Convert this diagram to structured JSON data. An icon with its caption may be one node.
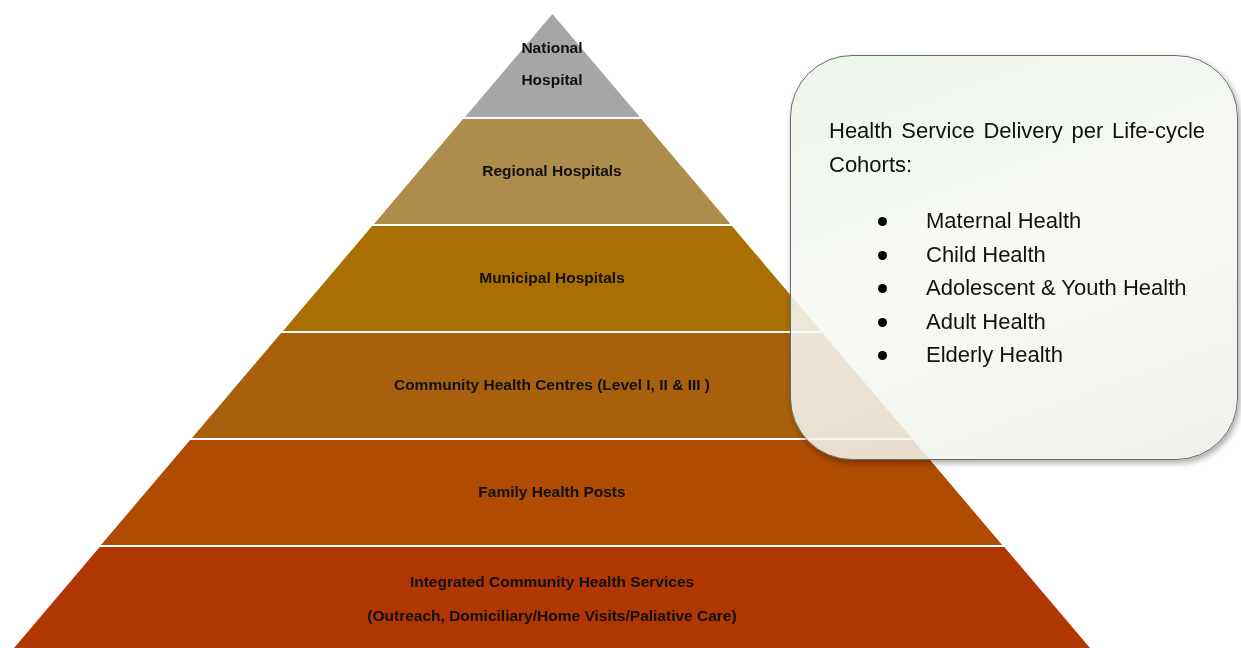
{
  "diagram": {
    "nodes": [
      {
        "text": [
          "National Hospital"
        ]
      },
      {
        "text": [
          "Regional Hospitals"
        ]
      },
      {
        "text": [
          "Municipal Hospitals"
        ]
      },
      {
        "text": [
          "Community Health Centres (Level I, II & III )"
        ]
      },
      {
        "text": [
          "Family Health Posts"
        ]
      },
      {
        "text": [
          "Integrated Community Health Services",
          "(Outreach, Domiciliary/Home Visits/Paliative Care)"
        ]
      },
      {
        "text": [
          "Health Service Delivery per Life-cycle Cohorts:",
          "Maternal Health",
          "Child Health",
          "Adolescent & Youth Health",
          "Adult Health",
          "Elderly Health"
        ]
      }
    ],
    "edges": []
  }
}
